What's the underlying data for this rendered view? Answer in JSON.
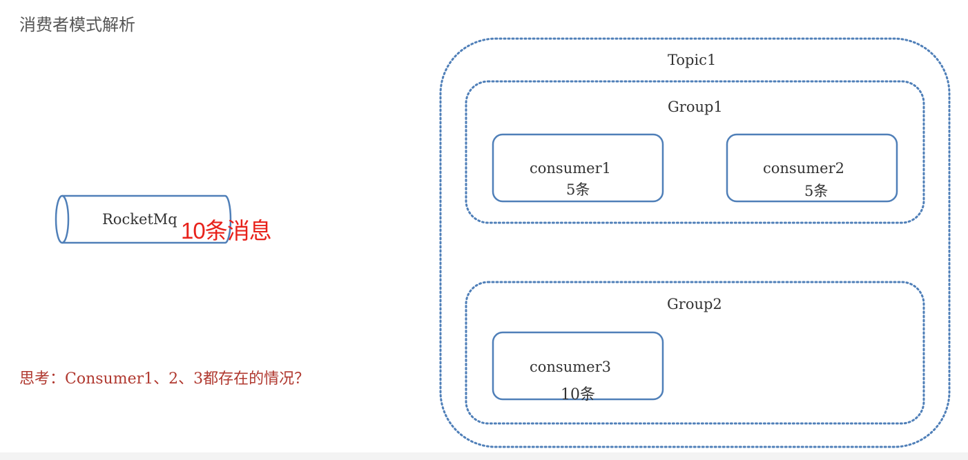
{
  "title": "消费者模式解析",
  "rocketmq": {
    "label": "RocketMq",
    "messages": "10条消息"
  },
  "topic": {
    "label": "Topic1"
  },
  "groups": [
    {
      "label": "Group1",
      "consumers": [
        {
          "name": "consumer1",
          "count": "5条"
        },
        {
          "name": "consumer2",
          "count": "5条"
        }
      ]
    },
    {
      "label": "Group2",
      "consumers": [
        {
          "name": "consumer3",
          "count": "10条"
        }
      ]
    }
  ],
  "question": "思考：Consumer1、2、3都存在的情况？",
  "colors": {
    "stroke": "#4f7fb8",
    "highlight": "#e8221b",
    "question": "#b0382f"
  }
}
